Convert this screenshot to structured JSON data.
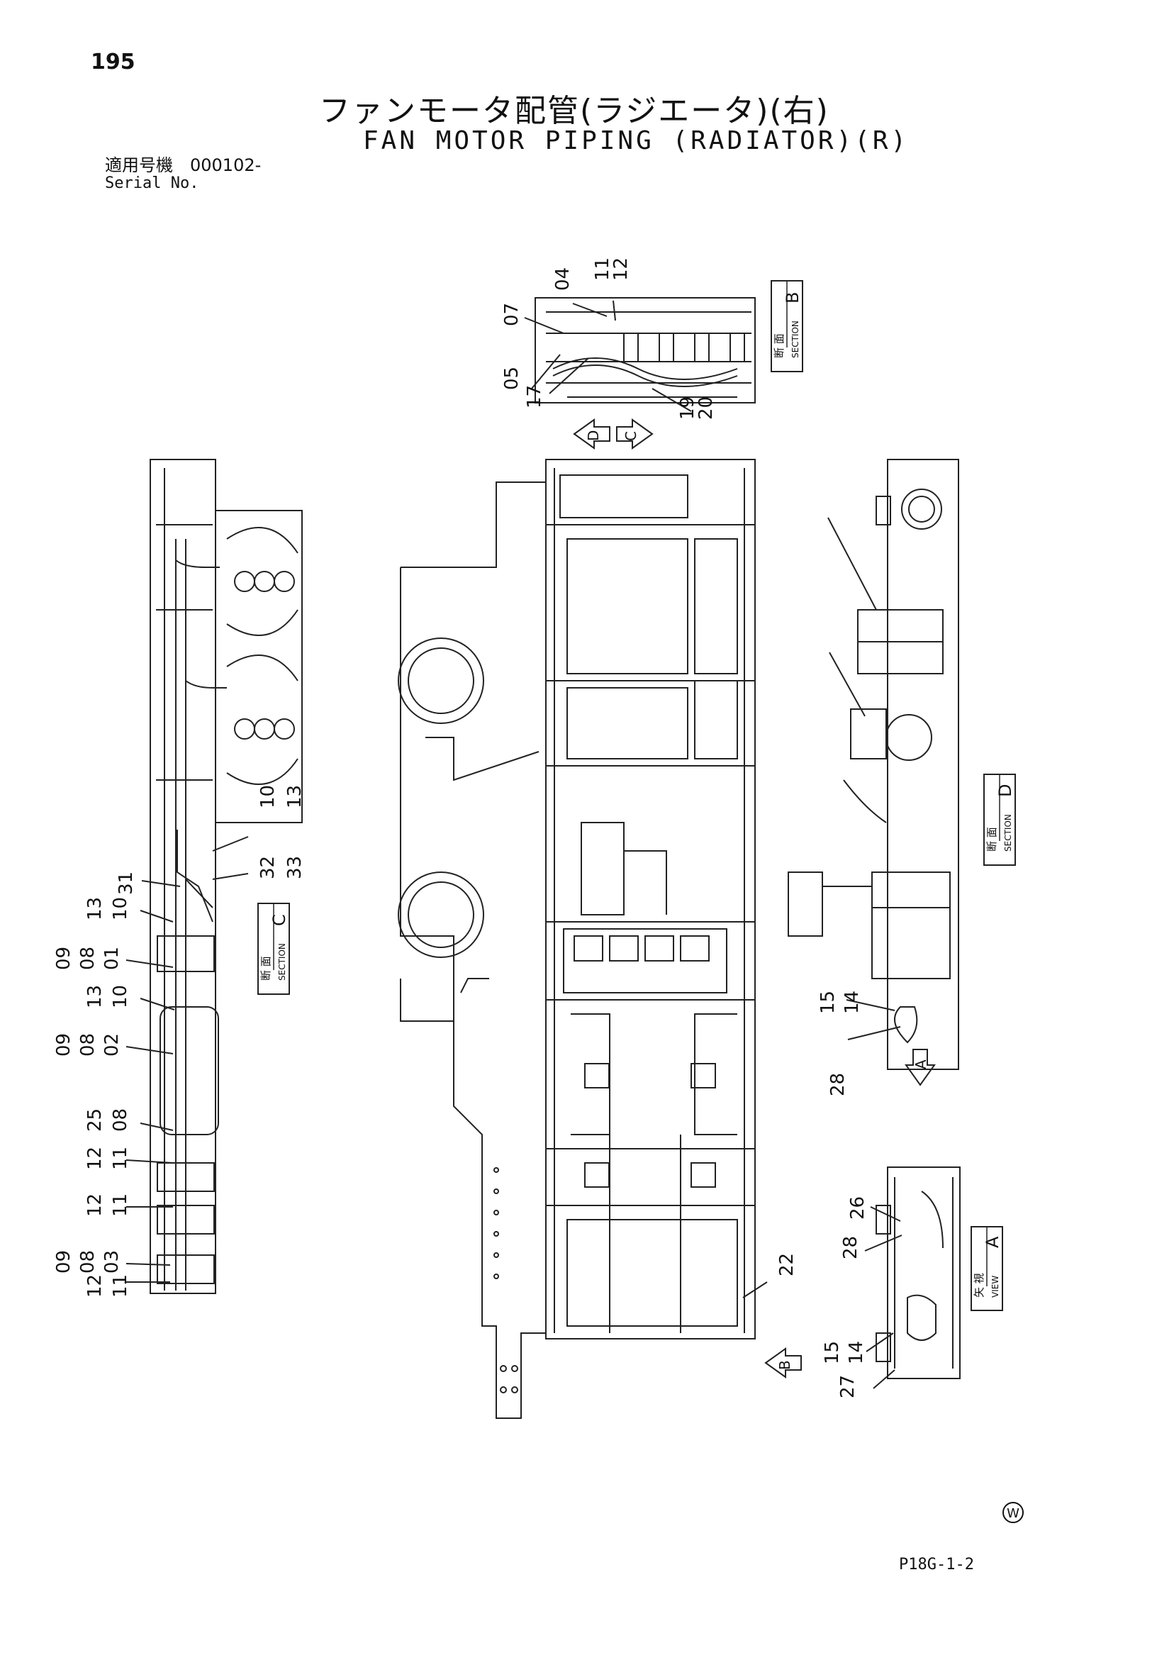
{
  "header": {
    "page_number": "195",
    "title_jp": "ファンモータ配管(ラジエータ)(右)",
    "title_en": "FAN MOTOR PIPING (RADIATOR)(R)",
    "serial_label_jp": "適用号機",
    "serial_value": "000102-",
    "serial_label_en": "Serial No."
  },
  "footer": {
    "code": "P18G-1-2",
    "mark": "W"
  },
  "sections": {
    "b": {
      "jp": "断 面",
      "en": "SECTION",
      "letter": "B"
    },
    "c": {
      "jp": "断 面",
      "en": "SECTION",
      "letter": "C"
    },
    "d": {
      "jp": "断 面",
      "en": "SECTION",
      "letter": "D"
    },
    "a": {
      "jp": "矢 視",
      "en": "VIEW",
      "letter": "A"
    }
  },
  "arrows": {
    "d": "D",
    "c": "C",
    "a": "A",
    "b": "B"
  },
  "part_labels": {
    "b_04": "04",
    "b_11": "11",
    "b_12": "12",
    "b_07": "07",
    "b_05": "05",
    "b_17": "17",
    "b_19": "19",
    "b_20": "20",
    "c_10": "10",
    "c_13": "13",
    "c_32": "32",
    "c_33": "33",
    "l_31": "31",
    "l_13a": "13",
    "l_10a": "10",
    "l_09a": "09",
    "l_08a": "08",
    "l_01": "01",
    "l_13b": "13",
    "l_10b": "10",
    "l_09b": "09",
    "l_08b": "08",
    "l_02": "02",
    "l_25": "25",
    "l_08c": "08",
    "l_12a": "12",
    "l_11a": "11",
    "l_12b": "12",
    "l_11b": "11",
    "l_09c": "09",
    "l_08d": "08",
    "l_03": "03",
    "l_12c": "12",
    "l_11c": "11",
    "d_15": "15",
    "d_14": "14",
    "d_28": "28",
    "m_22": "22",
    "a_26": "26",
    "a_28": "28",
    "a_15": "15",
    "a_14": "14",
    "a_27": "27"
  }
}
